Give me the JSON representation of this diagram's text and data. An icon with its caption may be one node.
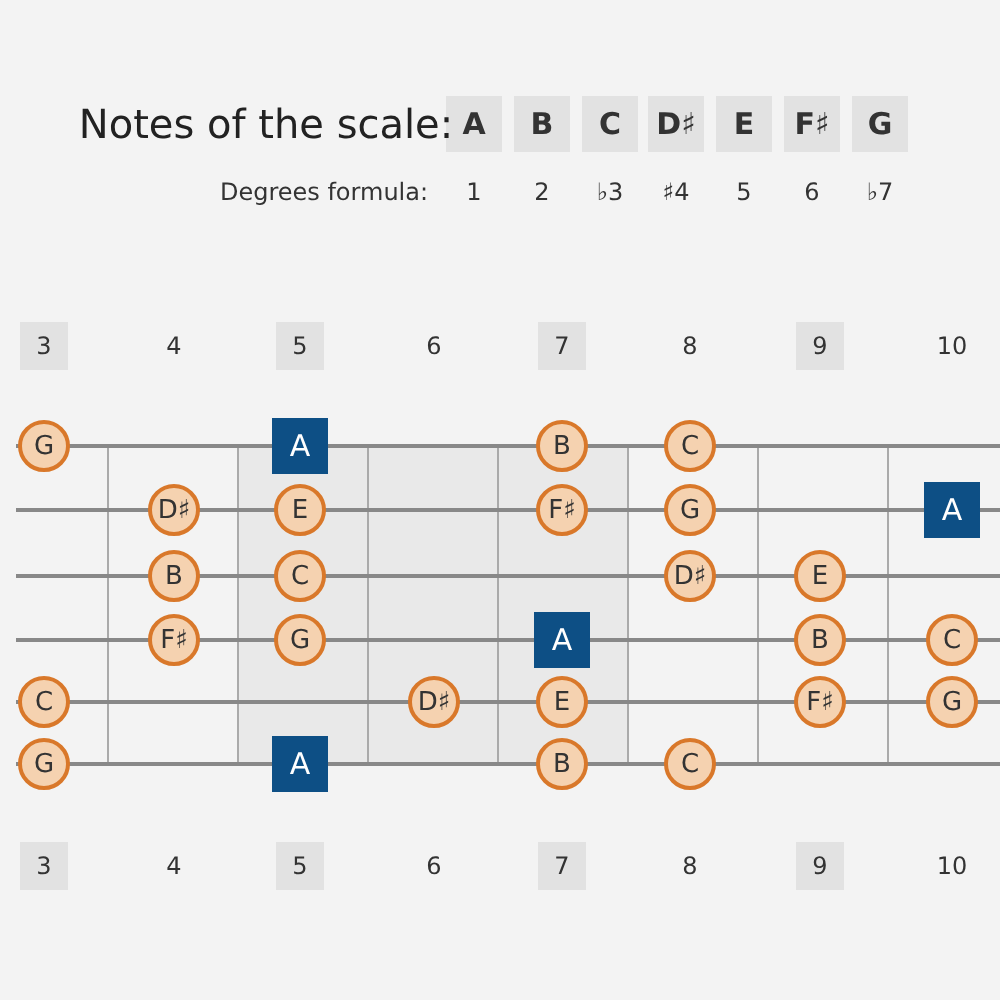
{
  "diagram": {
    "nodes": [
      {
        "text": [
          "A"
        ]
      },
      {
        "text": [
          "B"
        ]
      },
      {
        "text": [
          "C"
        ]
      },
      {
        "text": [
          "D♯"
        ]
      },
      {
        "text": [
          "E"
        ]
      },
      {
        "text": [
          "F♯"
        ]
      },
      {
        "text": [
          "G"
        ]
      },
      {
        "text": [
          "G"
        ]
      },
      {
        "text": [
          "A"
        ]
      },
      {
        "text": [
          "B"
        ]
      },
      {
        "text": [
          "C"
        ]
      },
      {
        "text": [
          "D♯"
        ]
      },
      {
        "text": [
          "E"
        ]
      },
      {
        "text": [
          "F♯"
        ]
      },
      {
        "text": [
          "G"
        ]
      },
      {
        "text": [
          "A"
        ]
      },
      {
        "text": [
          "B"
        ]
      },
      {
        "text": [
          "C"
        ]
      },
      {
        "text": [
          "D♯"
        ]
      },
      {
        "text": [
          "E"
        ]
      },
      {
        "text": [
          "F♯"
        ]
      },
      {
        "text": [
          "G"
        ]
      },
      {
        "text": [
          "A"
        ]
      },
      {
        "text": [
          "B"
        ]
      },
      {
        "text": [
          "C"
        ]
      },
      {
        "text": [
          "C"
        ]
      },
      {
        "text": [
          "D♯"
        ]
      },
      {
        "text": [
          "E"
        ]
      },
      {
        "text": [
          "F♯"
        ]
      },
      {
        "text": [
          "G"
        ]
      },
      {
        "text": [
          "G"
        ]
      },
      {
        "text": [
          "A"
        ]
      },
      {
        "text": [
          "B"
        ]
      },
      {
        "text": [
          "C"
        ]
      }
    ],
    "labels": [
      "Notes of the scale:",
      "Degrees formula:",
      "1",
      "2",
      "♭3",
      "♯4",
      "5",
      "6",
      "♭7",
      "3",
      "4",
      "5",
      "6",
      "7",
      "8",
      "9",
      "10",
      "3",
      "4",
      "5",
      "6",
      "7",
      "8",
      "9",
      "10"
    ]
  }
}
